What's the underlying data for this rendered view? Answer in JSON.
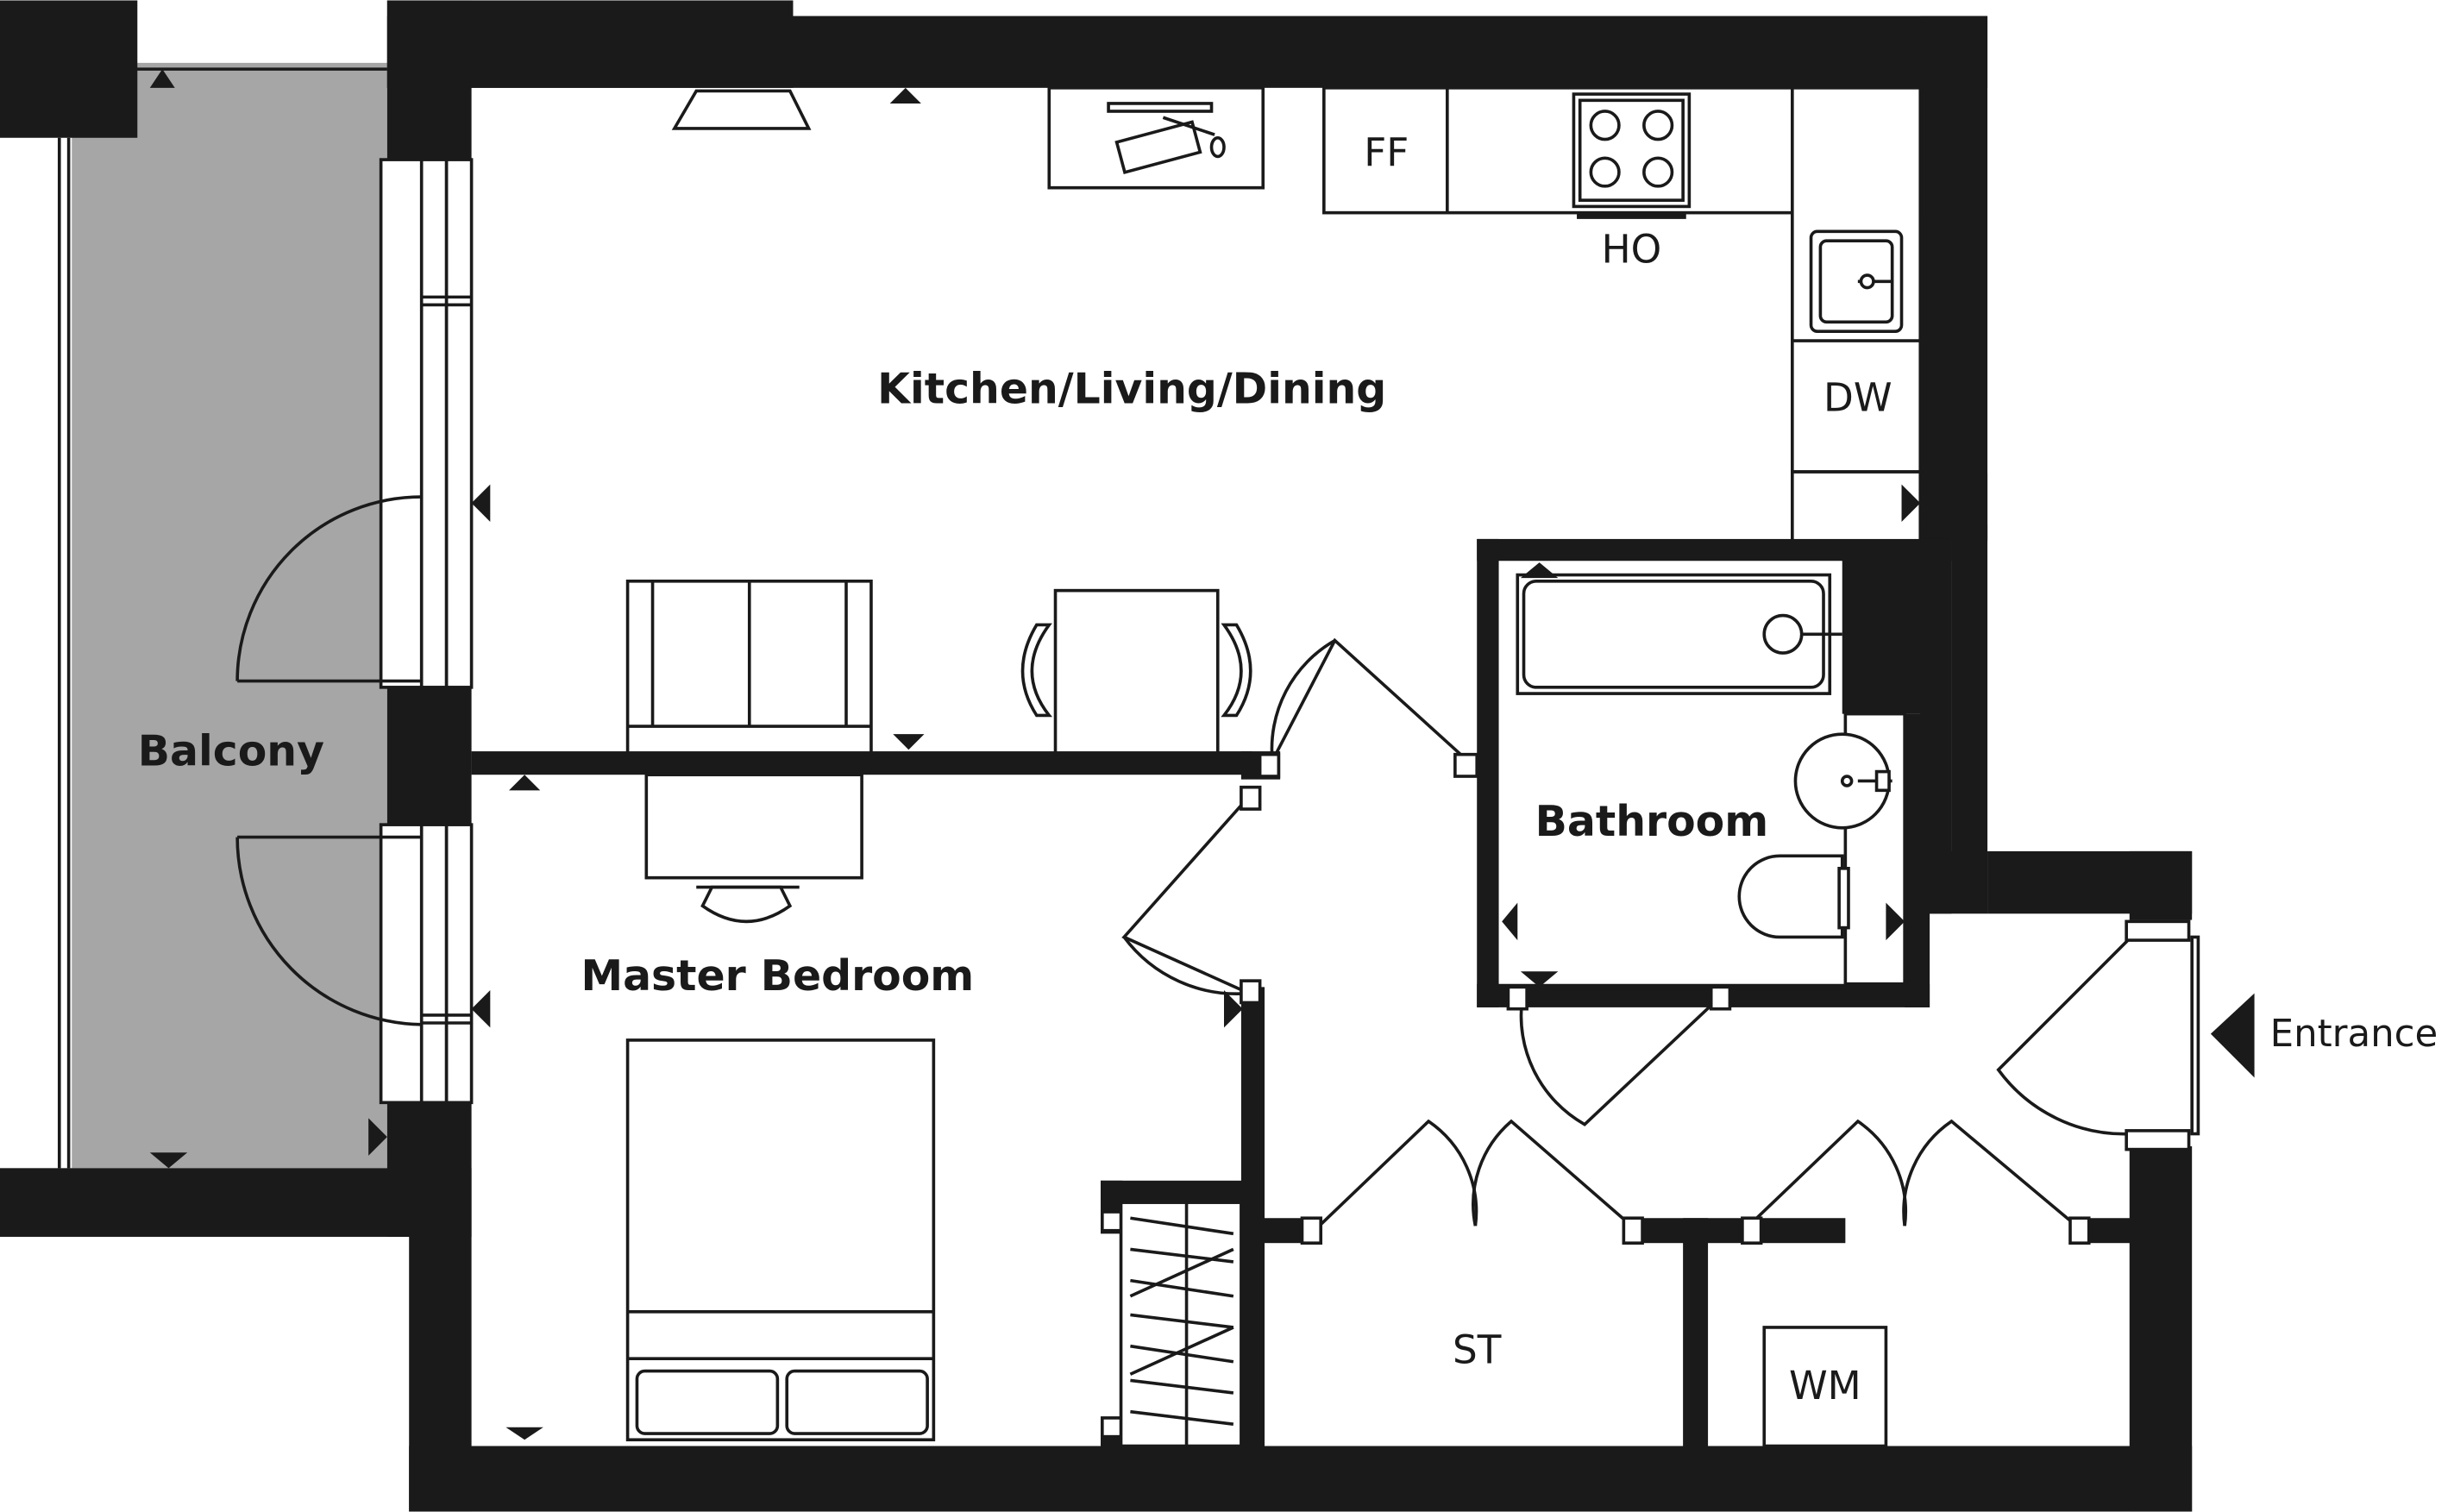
{
  "rooms": {
    "kitchen_living_dining": "Kitchen/Living/Dining",
    "balcony": "Balcony",
    "bathroom": "Bathroom",
    "master_bedroom": "Master Bedroom",
    "storage": "ST"
  },
  "fixtures": {
    "fridge_freezer": "FF",
    "hob_oven": "HO",
    "dishwasher": "DW",
    "washing_machine": "WM"
  },
  "entrance": "Entrance",
  "colors": {
    "wall": "#1a1a1a",
    "balcony_fill": "#a6a6a6",
    "background": "#ffffff"
  }
}
